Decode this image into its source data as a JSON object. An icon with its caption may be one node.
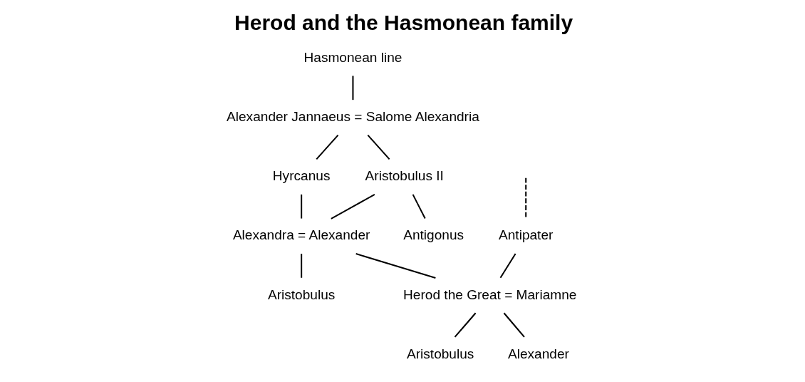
{
  "diagram": {
    "title": "Herod and the Hasmonean family",
    "nodes": [
      {
        "text": [
          "Hasmonean line"
        ]
      },
      {
        "text": [
          "Alexander Jannaeus = Salome Alexandria"
        ]
      },
      {
        "text": [
          "Hyrcanus"
        ]
      },
      {
        "text": [
          "Aristobulus II"
        ]
      },
      {
        "text": [
          "Antipater"
        ]
      },
      {
        "text": [
          "Alexandra = Alexander"
        ]
      },
      {
        "text": [
          "Antigonus"
        ]
      },
      {
        "text": [
          "Herod the Great = Mariamne"
        ]
      },
      {
        "text": [
          "Aristobulus"
        ]
      },
      {
        "text": [
          "Aristobulus"
        ]
      },
      {
        "text": [
          "Alexander"
        ]
      }
    ],
    "edges": [
      {
        "from": 0,
        "to": 1,
        "arrow": "none"
      },
      {
        "from": 1,
        "to": 2,
        "arrow": "none"
      },
      {
        "from": 1,
        "to": 3,
        "arrow": "none"
      },
      {
        "from": 2,
        "to": 5,
        "arrow": "none"
      },
      {
        "from": 3,
        "to": 5,
        "arrow": "none"
      },
      {
        "from": 3,
        "to": 6,
        "arrow": "none"
      },
      {
        "from": null,
        "to": 4,
        "arrow": "none",
        "style": "dashed"
      },
      {
        "from": 4,
        "to": 7,
        "arrow": "none"
      },
      {
        "from": 5,
        "to": 7,
        "arrow": "none"
      },
      {
        "from": 5,
        "to": 8,
        "arrow": "none"
      },
      {
        "from": 7,
        "to": 9,
        "arrow": "none"
      },
      {
        "from": 7,
        "to": 10,
        "arrow": "none"
      }
    ]
  }
}
